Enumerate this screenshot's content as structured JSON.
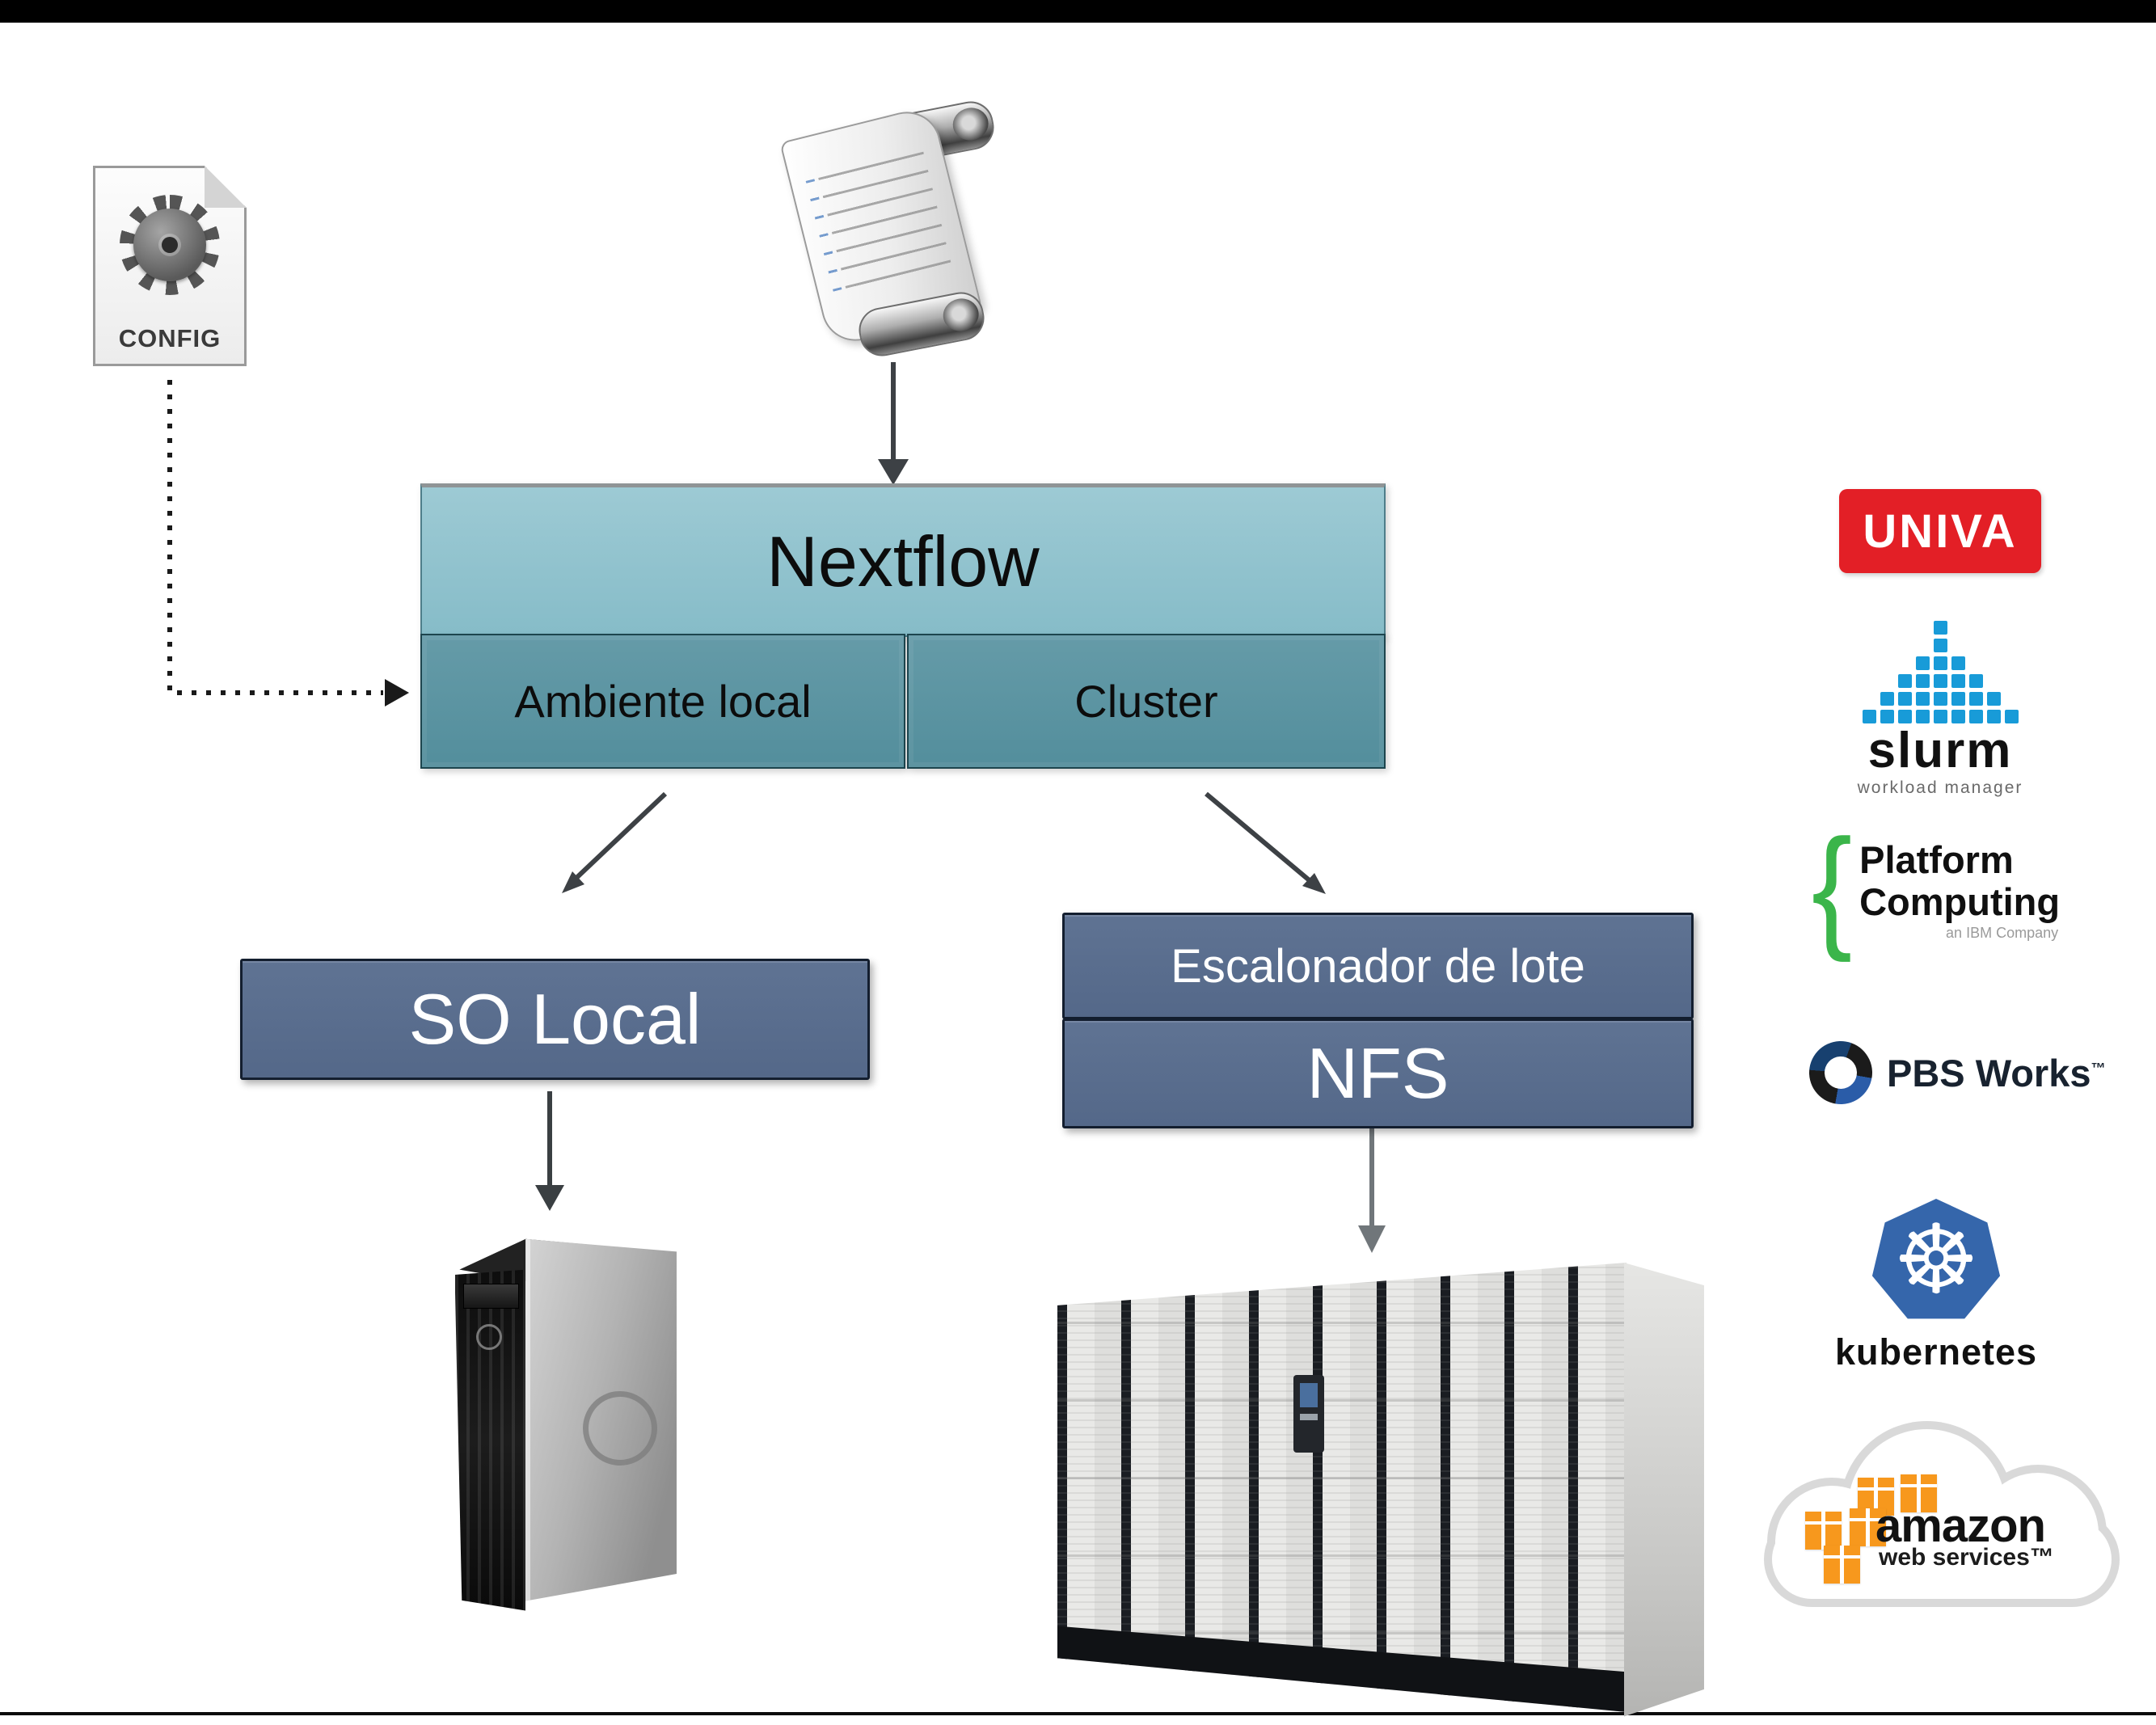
{
  "page": {
    "background": "#ffffff",
    "top_bar_color": "#000000",
    "bottom_rule_color": "#0a0a0a"
  },
  "diagram": {
    "config": {
      "label": "CONFIG"
    },
    "nextflow": {
      "label": "Nextflow",
      "fill": "#8ec2cd"
    },
    "ambiente_local": {
      "label": "Ambiente local",
      "fill": "#5f93a0"
    },
    "cluster": {
      "label": "Cluster",
      "fill": "#5f93a0"
    },
    "so_local": {
      "label": "SO Local",
      "fill": "#5c7090"
    },
    "escalonador": {
      "label": "Escalonador de lote",
      "fill": "#5c7090"
    },
    "nfs": {
      "label": "NFS",
      "fill": "#5c7090"
    }
  },
  "icons": {
    "config_file": "document-with-gear",
    "script_scroll": "paper-scroll",
    "kubernetes_wheel": "☸",
    "workstation": "hp-tower-computer",
    "server_rack": "data-center-rack-row"
  },
  "logos": {
    "univa": {
      "text": "UNIVA",
      "bg_color": "#e31f26"
    },
    "slurm": {
      "name": "slurm",
      "tagline": "workload manager",
      "block_color": "#189bd8",
      "pattern": [
        1,
        2,
        3,
        4,
        6,
        4,
        3,
        2,
        1
      ]
    },
    "platform": {
      "brace": "{",
      "line1": "Platform",
      "line2": "Computing",
      "tagline": "an IBM Company",
      "brace_color": "#3bb54a"
    },
    "pbs_works": {
      "text": "PBS Works",
      "tm": "™"
    },
    "kubernetes": {
      "text": "kubernetes",
      "hex_color": "#3566ab"
    },
    "aws": {
      "line1": "amazon",
      "line2": "web services™",
      "box_color": "#f7981d"
    }
  },
  "colors": {
    "arrow_dark": "#3d4145",
    "arrow_gray": "#70767a",
    "univa_red": "#e31f26",
    "slurm_blue": "#189bd8",
    "platform_green": "#3bb54a",
    "kubernetes_blue": "#3566ab",
    "aws_orange": "#f7981d"
  }
}
